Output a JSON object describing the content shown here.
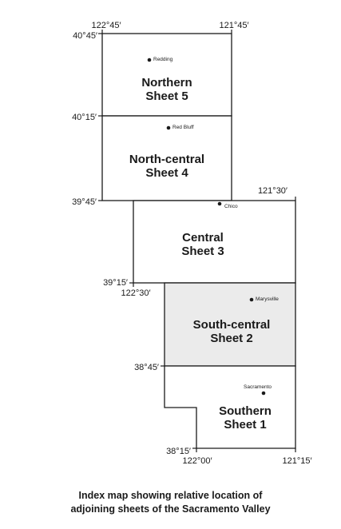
{
  "caption": {
    "line1": "Index map showing relative location of",
    "line2": "adjoining sheets of the Sacramento Valley"
  },
  "colors": {
    "line": "#1a1a1a",
    "shaded_sheet_fill": "#ebebeb",
    "sheet_fill": "#ffffff"
  },
  "sheets": [
    {
      "id": "sheet-5",
      "name": "Northern",
      "sheet": "Sheet 5",
      "shaded": false
    },
    {
      "id": "sheet-4",
      "name": "North-central",
      "sheet": "Sheet 4",
      "shaded": false
    },
    {
      "id": "sheet-3",
      "name": "Central",
      "sheet": "Sheet 3",
      "shaded": false
    },
    {
      "id": "sheet-2",
      "name": "South-central",
      "sheet": "Sheet 2",
      "shaded": true
    },
    {
      "id": "sheet-1",
      "name": "Southern",
      "sheet": "Sheet 1",
      "shaded": false
    }
  ],
  "cities": [
    {
      "id": "redding",
      "name": "Redding"
    },
    {
      "id": "red-bluff",
      "name": "Red Bluff"
    },
    {
      "id": "chico",
      "name": "Chico"
    },
    {
      "id": "marysville",
      "name": "Marysville"
    },
    {
      "id": "sacramento",
      "name": "Sacramento"
    }
  ],
  "coordinates": {
    "lon_122_45": "122°45′",
    "lon_121_45": "121°45′",
    "lat_40_45": "40°45′",
    "lat_40_15": "40°15′",
    "lat_39_45": "39°45′",
    "lon_121_30": "121°30′",
    "lat_39_15": "39°15′",
    "lon_122_30": "122°30′",
    "lat_38_45": "38°45′",
    "lat_38_15": "38°15′",
    "lon_122_00": "122°00′",
    "lon_121_15": "121°15′"
  }
}
